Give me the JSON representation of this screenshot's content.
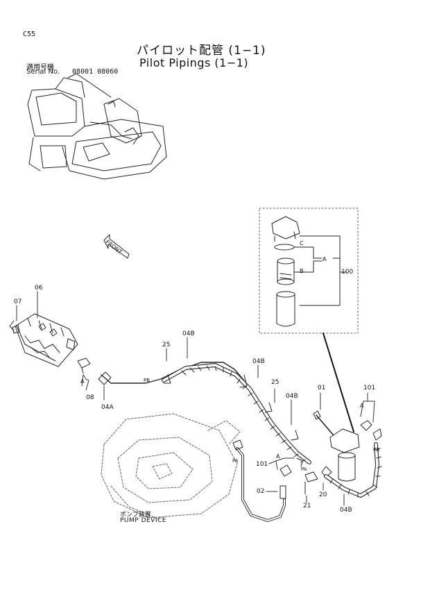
{
  "header": {
    "page_code": "C55",
    "title_jp": "パイロット配管 (1−1)",
    "title_en": "Pilot Pipings (1−1)",
    "serial_label_jp": "適用号機",
    "serial_label_en": "Serial No.",
    "serial_range": "08001  08060"
  },
  "callouts": {
    "front": "FRONT",
    "p06": "06",
    "p07": "07",
    "p08": "08",
    "p04a": "04A",
    "p25a": "25",
    "p04b_top": "04B",
    "p04b_mid": "04B",
    "p25b": "25",
    "p04b_right": "04B",
    "p01": "01",
    "p101_top": "101",
    "p100": "100",
    "p101_left": "101",
    "p02": "02",
    "p21": "21",
    "p20": "20",
    "p04b_bottom": "04B",
    "a_left": "A",
    "a_box": "A",
    "b_box": "B",
    "c_box": "C",
    "a_101": "A",
    "a_101b": "A",
    "pa1": "PA",
    "pa2": "PA",
    "pb1": "PB",
    "pb2": "PB"
  },
  "pump": {
    "label_jp": "ポンプ装置",
    "label_en": "PUMP DEVICE"
  }
}
